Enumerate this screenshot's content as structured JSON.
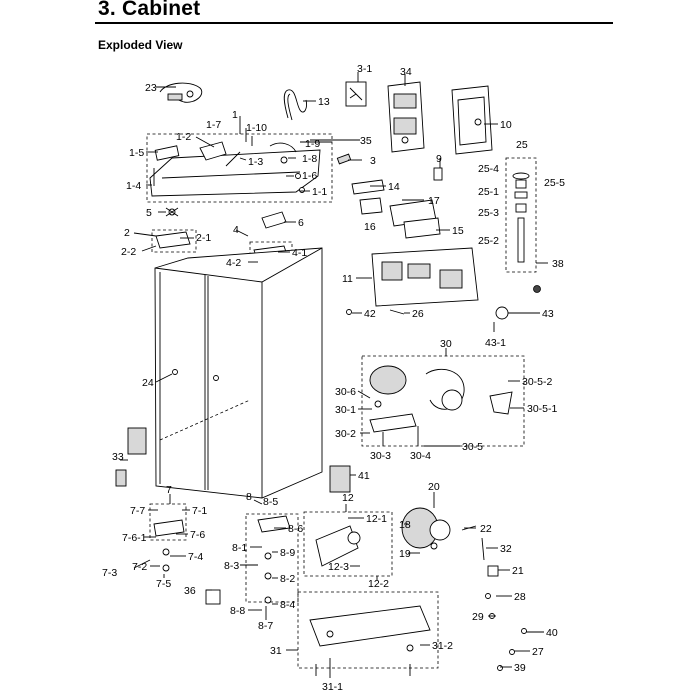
{
  "title": "3.  Cabinet",
  "subtitle": "Exploded View",
  "callouts": [
    "23",
    "1",
    "1-7",
    "1-10",
    "13",
    "3-1",
    "34",
    "10",
    "1-2",
    "1-9",
    "35",
    "3",
    "1-5",
    "1-3",
    "1-8",
    "9",
    "25",
    "25-4",
    "25-5",
    "1-6",
    "14",
    "1-4",
    "1-1",
    "25-1",
    "17",
    "25-3",
    "5",
    "6",
    "16",
    "15",
    "2",
    "2-1",
    "4",
    "25-2",
    "2-2",
    "4-1",
    "4-2",
    "11",
    "38",
    "42",
    "26",
    "43",
    "43-1",
    "30",
    "24",
    "30-6",
    "30-5-2",
    "30-1",
    "30-5-1",
    "30-2",
    "30-3",
    "30-4",
    "30-5",
    "33",
    "41",
    "20",
    "7",
    "8",
    "8-5",
    "12",
    "7-7",
    "7-1",
    "12-1",
    "18",
    "22",
    "8-6",
    "7-6",
    "7-6-1",
    "8-1",
    "32",
    "7-4",
    "19",
    "8-9",
    "7-3",
    "7-2",
    "8-3",
    "12-3",
    "21",
    "12-2",
    "7-5",
    "8-2",
    "36",
    "28",
    "8-8",
    "8-4",
    "29",
    "8-7",
    "40",
    "31",
    "31-2",
    "27",
    "31-1",
    "39"
  ]
}
